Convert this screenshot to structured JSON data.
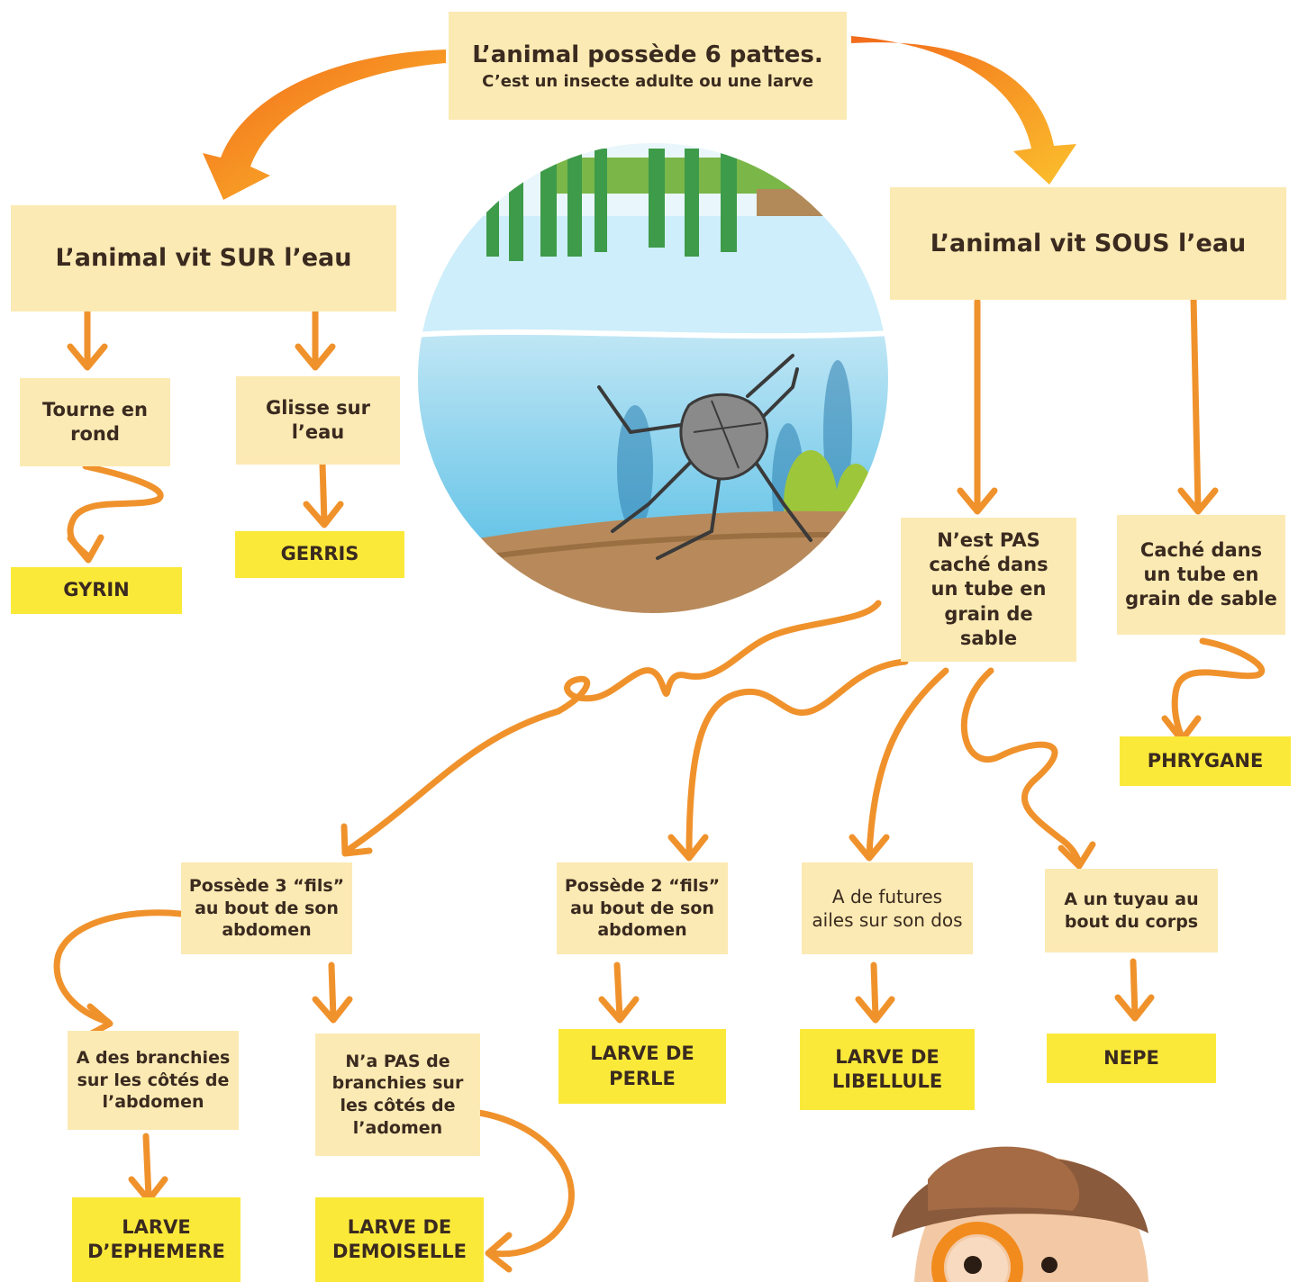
{
  "root": {
    "title": "L’animal possède 6 pattes.",
    "subtitle": "C’est un insecte adulte ou une larve"
  },
  "sur": {
    "label": "L’animal vit SUR l’eau"
  },
  "sous": {
    "label": "L’animal vit SOUS l’eau"
  },
  "tourne": {
    "label": "Tourne en rond"
  },
  "glisse": {
    "label": "Glisse sur l’eau"
  },
  "gyrin": {
    "label": "GYRIN"
  },
  "gerris": {
    "label": "GERRIS"
  },
  "pas_cache": {
    "label": "N’est PAS caché dans un tube en grain de sable"
  },
  "cache": {
    "label": "Caché dans un tube en grain de sable"
  },
  "phrygane": {
    "label": "PHRYGANE"
  },
  "fils3": {
    "label": "Possède 3 “fils” au bout de son abdomen"
  },
  "fils2": {
    "label": "Possède 2 “fils” au bout de son abdomen"
  },
  "ailes": {
    "label": "A de futures ailes sur son dos"
  },
  "tuyau": {
    "label": "A un tuyau au bout du corps"
  },
  "perle": {
    "label": "LARVE DE PERLE"
  },
  "libellule": {
    "label": "LARVE DE LIBELLULE"
  },
  "nepe": {
    "label": "NEPE"
  },
  "branchies": {
    "label": "A des branchies sur les côtés de l’abdomen"
  },
  "pas_branchies": {
    "label": "N’a PAS de branchies sur les côtés de l’adomen"
  },
  "ephemere": {
    "label": "LARVE D’EPHEMERE"
  },
  "demoiselle": {
    "label": "LARVE DE DEMOISELLE"
  },
  "colors": {
    "note": "#fbeab3",
    "leaf": "#fbe93a",
    "arrow": "#f0922c",
    "water": "#8fd3ee"
  }
}
